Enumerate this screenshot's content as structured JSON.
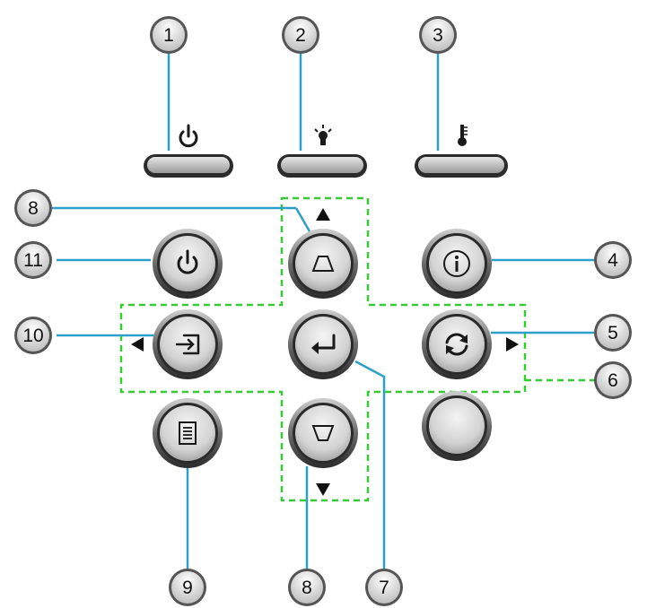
{
  "callouts": [
    {
      "id": "1",
      "label": "1"
    },
    {
      "id": "2",
      "label": "2"
    },
    {
      "id": "3",
      "label": "3"
    },
    {
      "id": "4",
      "label": "4"
    },
    {
      "id": "5",
      "label": "5"
    },
    {
      "id": "6",
      "label": "6"
    },
    {
      "id": "7",
      "label": "7"
    },
    {
      "id": "8a",
      "label": "8"
    },
    {
      "id": "8b",
      "label": "8"
    },
    {
      "id": "9",
      "label": "9"
    },
    {
      "id": "10",
      "label": "10"
    },
    {
      "id": "11",
      "label": "11"
    }
  ],
  "leds": [
    {
      "name": "power-led",
      "icon": "power-icon"
    },
    {
      "name": "lamp-led",
      "icon": "lamp-icon"
    },
    {
      "name": "temperature-led",
      "icon": "thermometer-icon"
    }
  ],
  "buttons": [
    {
      "name": "power-button",
      "icon": "power-icon"
    },
    {
      "name": "keystone-up-button",
      "icon": "trapezoid-up-icon"
    },
    {
      "name": "info-button",
      "icon": "info-icon"
    },
    {
      "name": "source-button",
      "icon": "source-icon"
    },
    {
      "name": "enter-button",
      "icon": "enter-icon"
    },
    {
      "name": "resync-button",
      "icon": "resync-icon"
    },
    {
      "name": "menu-button",
      "icon": "menu-icon"
    },
    {
      "name": "keystone-down-button",
      "icon": "trapezoid-down-icon"
    },
    {
      "name": "blank-button",
      "icon": ""
    }
  ],
  "colors": {
    "leader_line": "#2e9fc9",
    "dashed_outline": "#33cc33",
    "button_face": "#d8d8d8",
    "button_ring": "#3a3a3a",
    "icon": "#1a1a1a"
  }
}
